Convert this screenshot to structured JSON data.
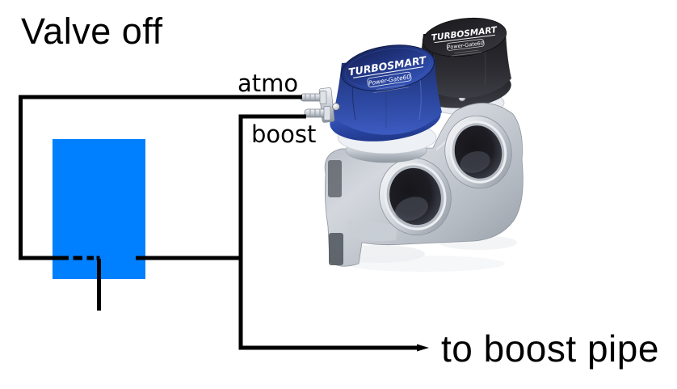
{
  "title": "Valve off",
  "diagram": {
    "labels": {
      "atmo": "atmo",
      "boost": "boost",
      "to_boost_pipe": "to boost pipe"
    },
    "valve_fill_color": "#0080ff",
    "line_color": "#000000"
  },
  "photo": {
    "brand": "TURBOSMART",
    "model": "Power-Gate60",
    "units": [
      {
        "name": "blue wastegate",
        "cap_color": "#2e4fae"
      },
      {
        "name": "black wastegate",
        "cap_color": "#28282d"
      }
    ]
  }
}
